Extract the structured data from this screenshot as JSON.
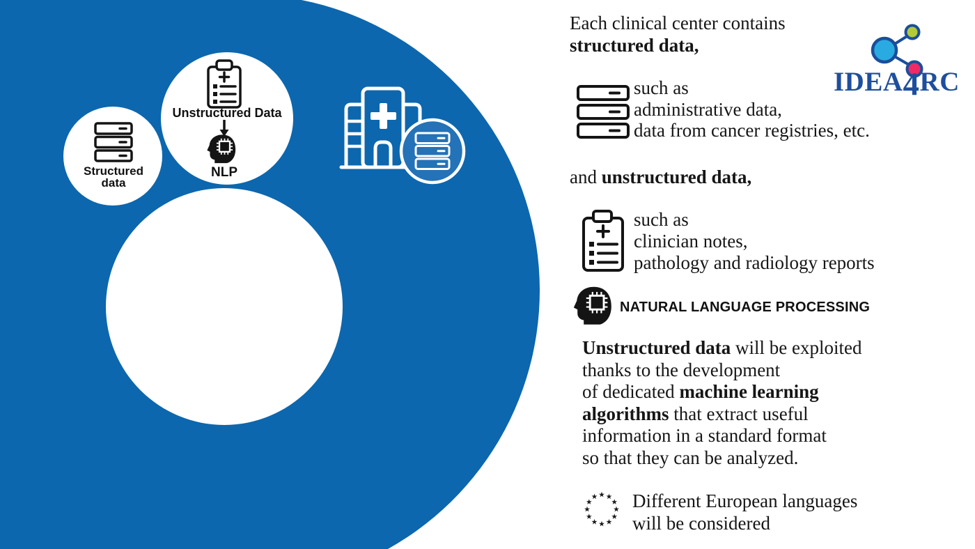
{
  "colors": {
    "blue": "#0c67ae",
    "light_blue_circle": "#2472b7",
    "icon_black": "#141414",
    "logo_ring_blue": "#1b4e9b",
    "logo_cyan": "#29abe2",
    "logo_lime": "#b3cb37",
    "logo_pink": "#ee2a67",
    "logo_text_blue": "#1e4f9e"
  },
  "icons": {
    "server_stack": "server-stack-icon",
    "clipboard": "medical-clipboard-icon",
    "nlp_head": "nlp-head-chip-icon",
    "hospital": "hospital-building-icon",
    "eu_stars": "eu-stars-circle-icon",
    "down_arrow": "down-arrow-icon",
    "logo_network": "network-nodes-icon"
  },
  "left": {
    "structured_label": "Structured data",
    "unstructured_label": "Unstructured Data",
    "nlp_label": "NLP"
  },
  "right": {
    "intro_line1": "Each clinical center contains",
    "intro_line2_bold": "structured data,",
    "structured_examples": [
      "such as",
      "administrative data,",
      "data from cancer registries, etc."
    ],
    "and_prefix": "and ",
    "and_bold": "unstructured data,",
    "unstructured_examples": [
      "such as",
      "clinician notes,",
      "pathology and radiology reports"
    ],
    "nlp_header": "NATURAL LANGUAGE PROCESSING",
    "para": {
      "p1b": "Unstructured data",
      "p1": " will be exploited",
      "p2": "thanks to the development",
      "p3": "of dedicated ",
      "p3b": "machine learning",
      "p4b": "algorithms",
      "p4": " that extract useful",
      "p5": "information in a standard format",
      "p6": "so that they can be analyzed.",
      "eu_line1": "Different European languages",
      "eu_line2": "will be considered"
    }
  },
  "logo": {
    "part1": "IDEA",
    "part2": "4",
    "part3": "RC"
  }
}
